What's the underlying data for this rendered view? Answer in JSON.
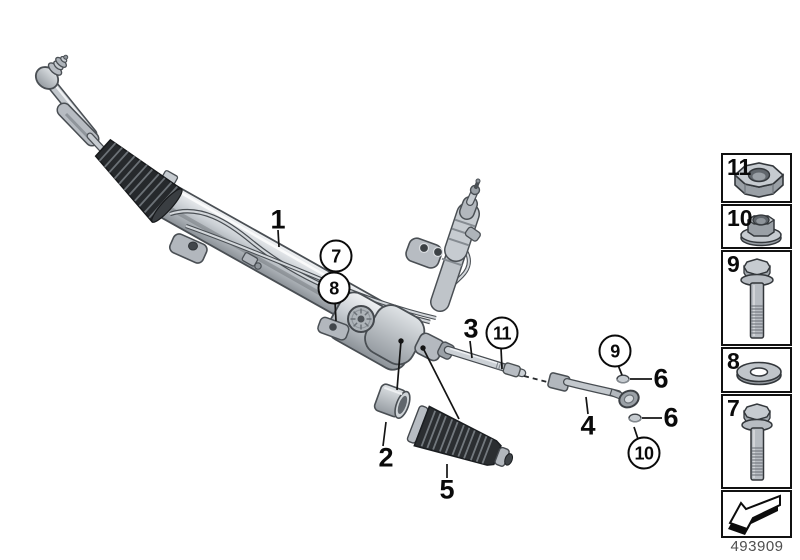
{
  "part_number": "493909",
  "callouts": [
    {
      "label": "1",
      "style": "plain"
    },
    {
      "label": "2",
      "style": "plain"
    },
    {
      "label": "3",
      "style": "plain"
    },
    {
      "label": "4",
      "style": "plain"
    },
    {
      "label": "5",
      "style": "plain"
    },
    {
      "label": "6",
      "style": "plain"
    },
    {
      "label": "6",
      "style": "plain"
    },
    {
      "label": "7",
      "style": "circled"
    },
    {
      "label": "8",
      "style": "circled"
    },
    {
      "label": "9",
      "style": "circled"
    },
    {
      "label": "10",
      "style": "circled"
    },
    {
      "label": "11",
      "style": "circled"
    }
  ],
  "sidebar": {
    "items": [
      {
        "label": "11",
        "icon": "hex-nut-icon"
      },
      {
        "label": "10",
        "icon": "flange-nut-icon"
      },
      {
        "label": "9",
        "icon": "flange-bolt-long-icon"
      },
      {
        "label": "8",
        "icon": "washer-icon"
      },
      {
        "label": "7",
        "icon": "flange-bolt-icon"
      },
      {
        "icon": "direction-arrow-icon"
      }
    ]
  },
  "colors": {
    "background": "#ffffff",
    "outline": "#4a4f54",
    "callout_text": "#0a0a0a",
    "metal_light": "#eef0f2",
    "metal_mid": "#c2c7cc",
    "metal_dark": "#8b9197",
    "rubber_dark": "#26292c",
    "leader_line": "#141414",
    "part_number_text": "#4f4f4f"
  }
}
